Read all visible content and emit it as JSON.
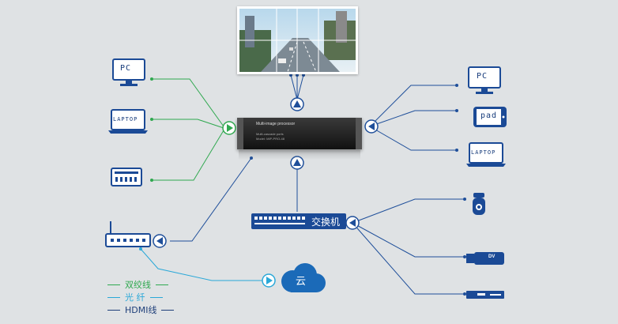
{
  "video_wall": {
    "panels": 4
  },
  "processor": {
    "title": "Multi-image processor",
    "line1": "Multi-cascade ports",
    "line2": "Model: MIP-PRO-48"
  },
  "left_devices": {
    "pc": "PC",
    "laptop": "LAPTOP",
    "encoder": "encoder"
  },
  "right_devices": {
    "pc": "PC",
    "pad": "pad",
    "laptop": "LAPTOP"
  },
  "switch": {
    "label": "交换机"
  },
  "cameras": {
    "dv": "DV"
  },
  "cloud": {
    "label": "云"
  },
  "legend": [
    {
      "label": "双绞线",
      "color": "#2fa84f"
    },
    {
      "label": "光  纤",
      "color": "#2aa8d8"
    },
    {
      "label": "HDMI线",
      "color": "#1f3f7a"
    }
  ],
  "colors": {
    "navy": "#15418a",
    "green": "#2fa84f",
    "cyan": "#2aa8d8",
    "device": "#1b4a96"
  }
}
